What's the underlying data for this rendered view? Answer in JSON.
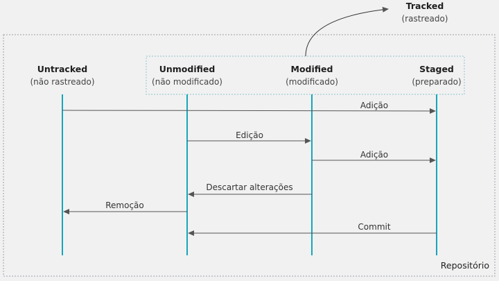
{
  "tracked": {
    "title": "Tracked",
    "subtitle": "(rastreado)"
  },
  "repository_label": "Repositório",
  "states": [
    {
      "id": "untracked",
      "title": "Untracked",
      "subtitle": "(não rastreado)"
    },
    {
      "id": "unmodified",
      "title": "Unmodified",
      "subtitle": "(não modificado)"
    },
    {
      "id": "modified",
      "title": "Modified",
      "subtitle": "(modificado)"
    },
    {
      "id": "staged",
      "title": "Staged",
      "subtitle": "(preparado)"
    }
  ],
  "transitions": [
    {
      "label": "Adição",
      "from": "untracked",
      "to": "staged"
    },
    {
      "label": "Edição",
      "from": "unmodified",
      "to": "modified"
    },
    {
      "label": "Adição",
      "from": "modified",
      "to": "staged"
    },
    {
      "label": "Descartar alterações",
      "from": "modified",
      "to": "unmodified"
    },
    {
      "label": "Remoção",
      "from": "unmodified",
      "to": "untracked"
    },
    {
      "label": "Commit",
      "from": "staged",
      "to": "unmodified"
    }
  ],
  "colors": {
    "lifeline": "#17a6bd",
    "arrow": "#555555",
    "border": "#9aa0a6",
    "tracked_border": "#8fc3cc"
  }
}
